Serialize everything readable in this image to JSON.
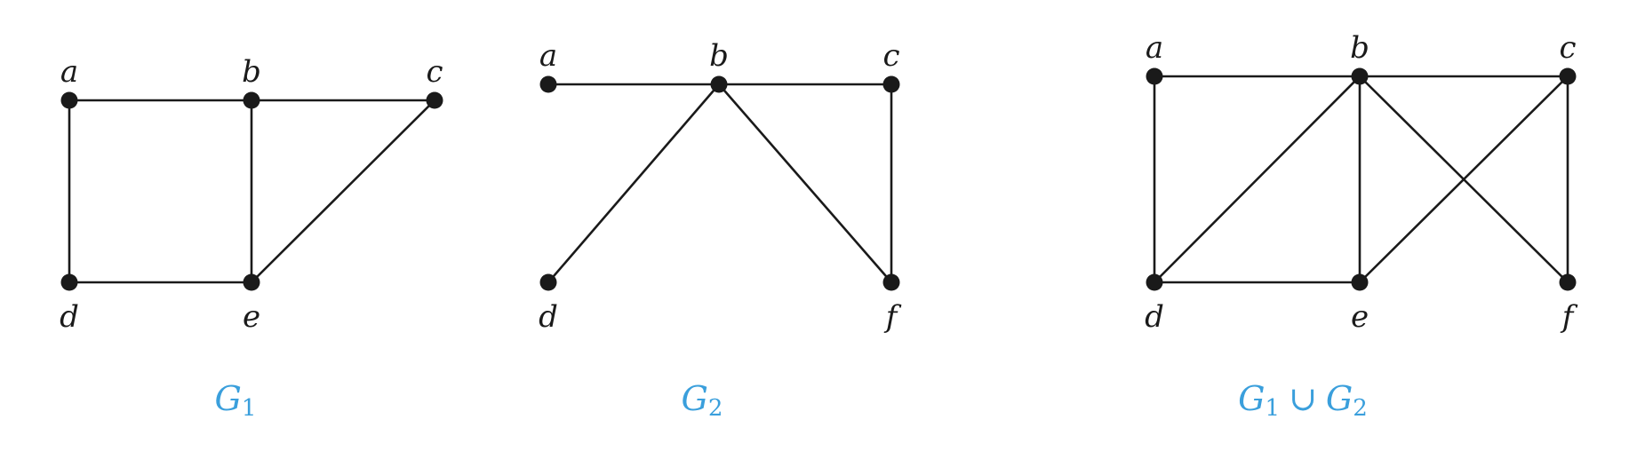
{
  "colors": {
    "ink": "#1a1a1a",
    "caption": "#3a9fdc"
  },
  "graphs": [
    {
      "id": "g1",
      "caption": {
        "main": "G",
        "sub": "1"
      },
      "vertices": [
        "a",
        "b",
        "c",
        "d",
        "e"
      ],
      "edges": [
        [
          "a",
          "b"
        ],
        [
          "b",
          "c"
        ],
        [
          "a",
          "d"
        ],
        [
          "b",
          "e"
        ],
        [
          "d",
          "e"
        ],
        [
          "e",
          "c"
        ]
      ]
    },
    {
      "id": "g2",
      "caption": {
        "main": "G",
        "sub": "2"
      },
      "vertices": [
        "a",
        "b",
        "c",
        "d",
        "f"
      ],
      "edges": [
        [
          "a",
          "b"
        ],
        [
          "b",
          "c"
        ],
        [
          "b",
          "d"
        ],
        [
          "b",
          "f"
        ],
        [
          "c",
          "f"
        ]
      ]
    },
    {
      "id": "g1ug2",
      "caption": {
        "main1": "G",
        "sub1": "1",
        "op": "∪",
        "main2": "G",
        "sub2": "2"
      },
      "vertices": [
        "a",
        "b",
        "c",
        "d",
        "e",
        "f"
      ],
      "edges": [
        [
          "a",
          "b"
        ],
        [
          "b",
          "c"
        ],
        [
          "a",
          "d"
        ],
        [
          "d",
          "b"
        ],
        [
          "b",
          "e"
        ],
        [
          "b",
          "f"
        ],
        [
          "d",
          "e"
        ],
        [
          "e",
          "c"
        ],
        [
          "c",
          "f"
        ]
      ]
    }
  ]
}
